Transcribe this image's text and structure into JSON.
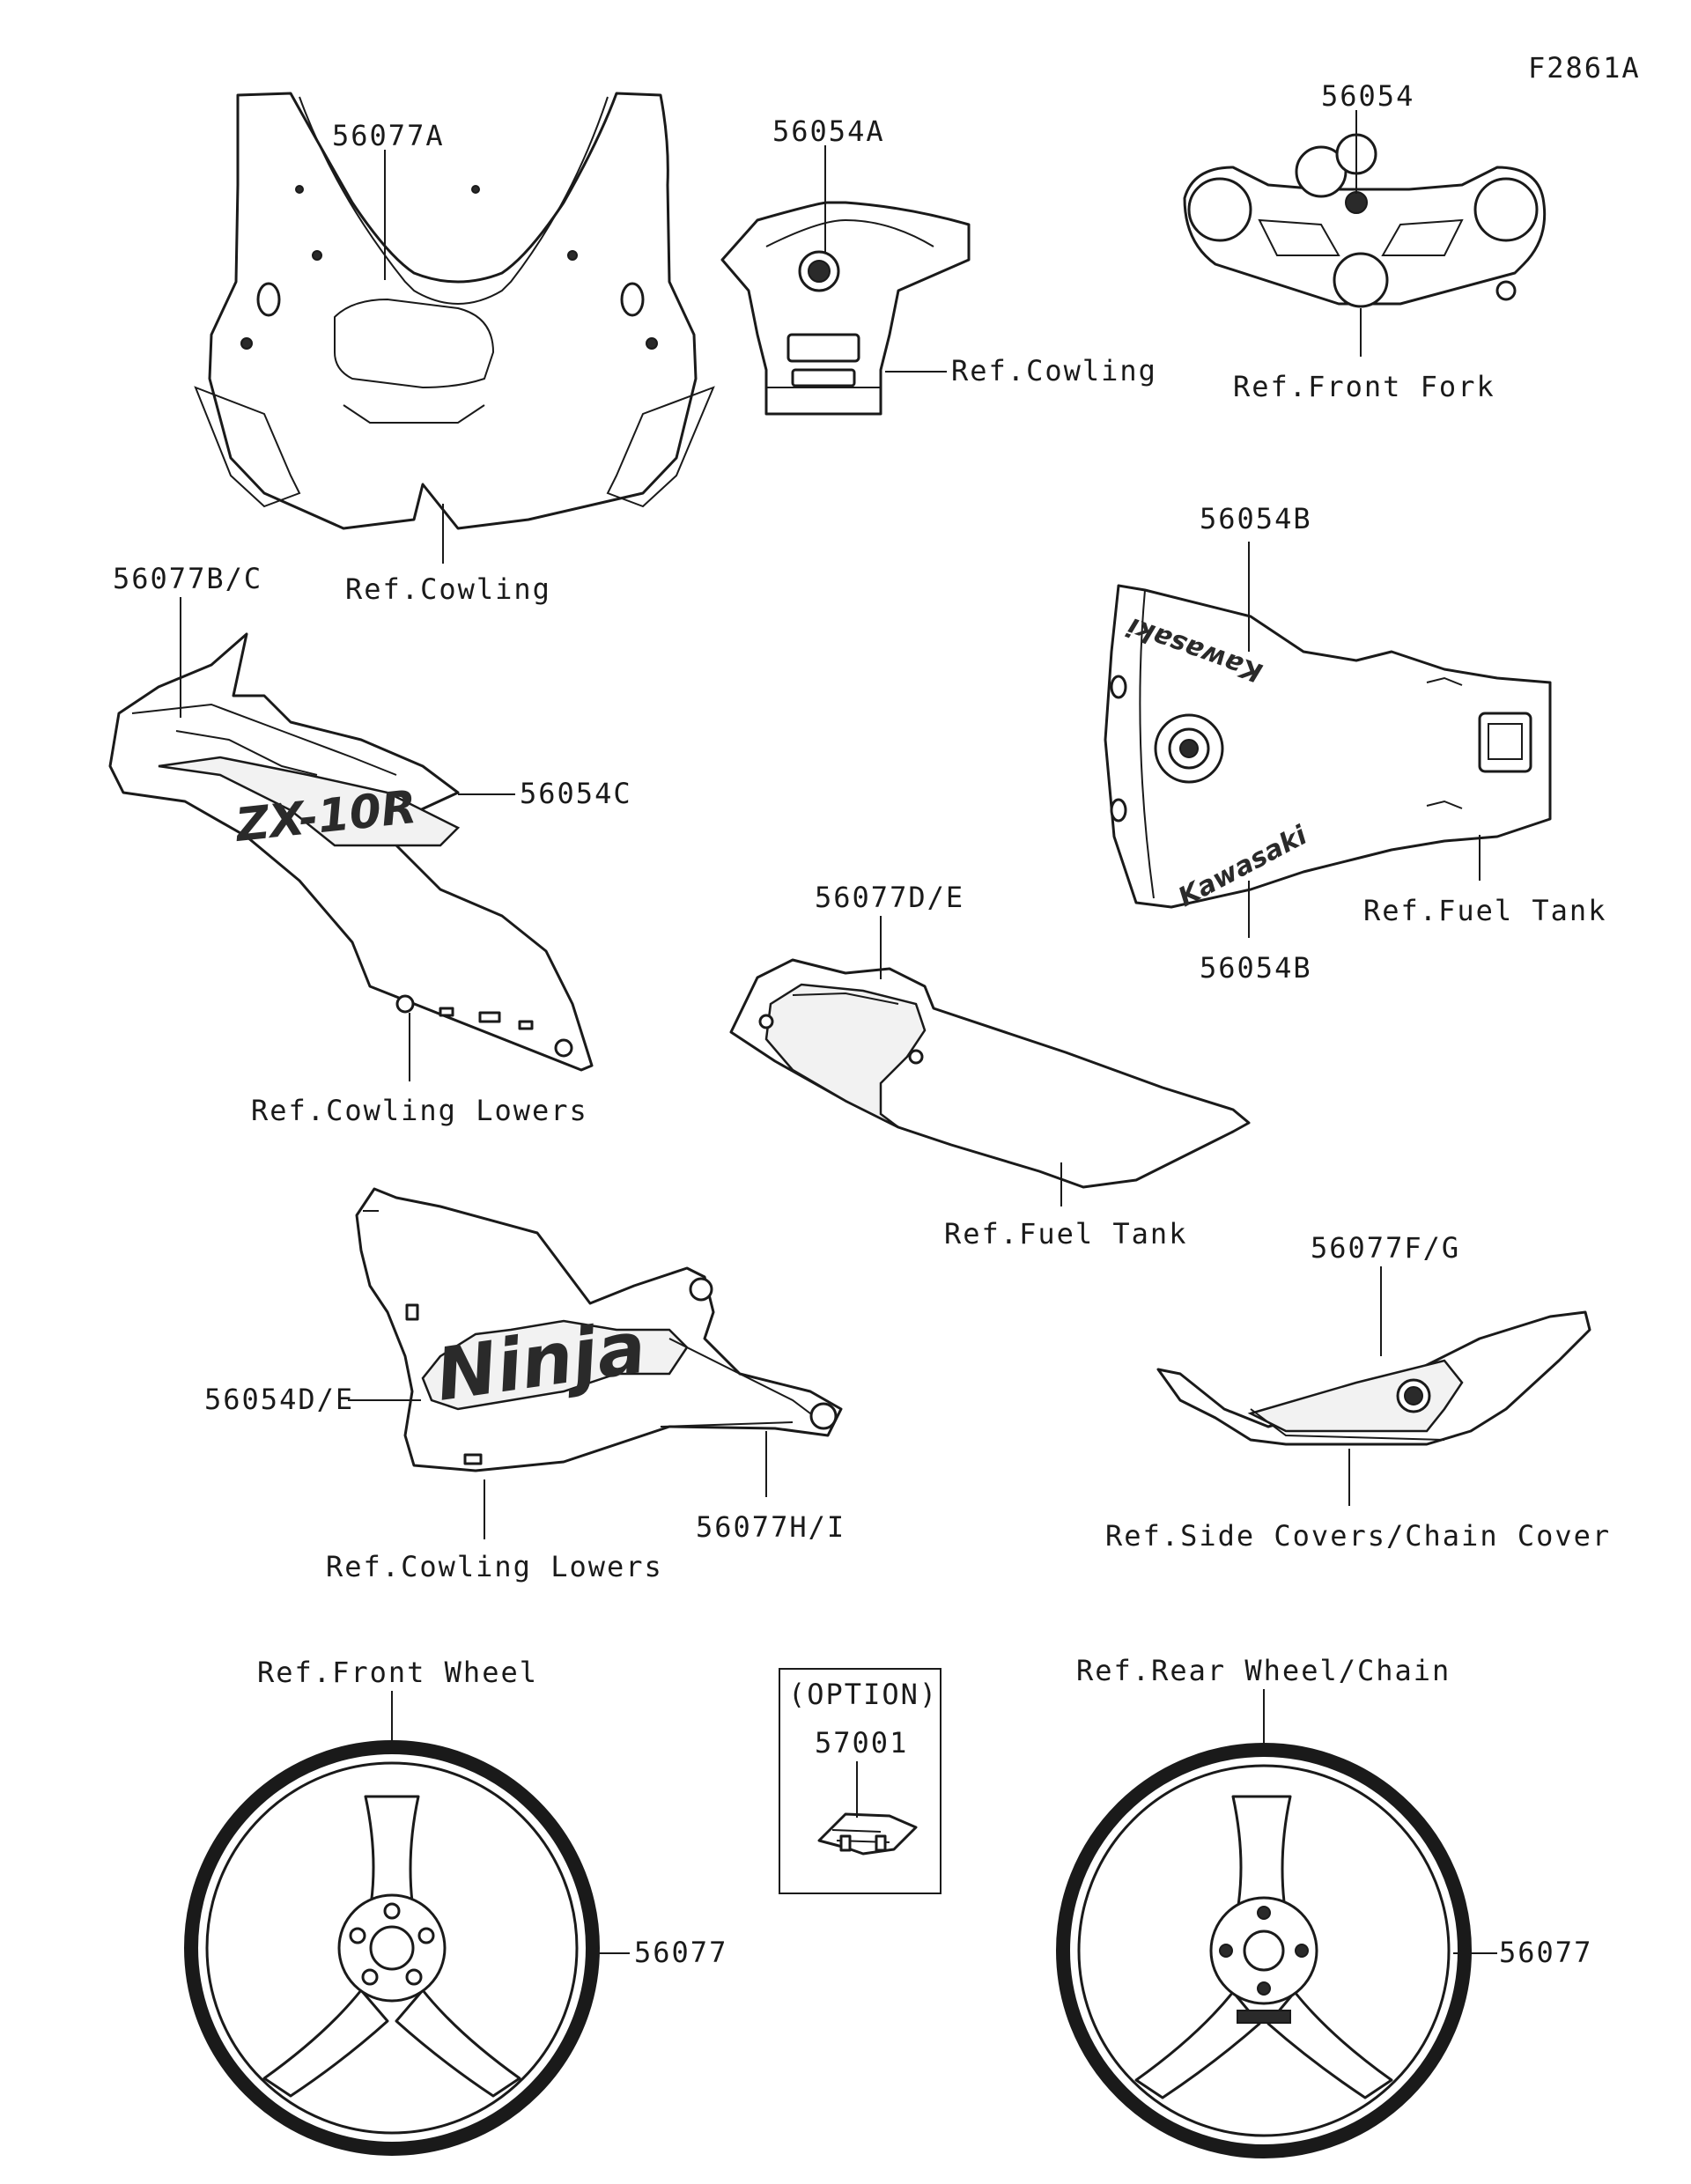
{
  "figure_code": "F2861A",
  "labels": {
    "p56077A": "56077A",
    "ref_cowling_1": "Ref.Cowling",
    "p56054A": "56054A",
    "ref_cowling_2": "Ref.Cowling",
    "p56054": "56054",
    "ref_front_fork": "Ref.Front Fork",
    "p56077BC": "56077B/C",
    "p56054C": "56054C",
    "ref_cowling_lowers_1": "Ref.Cowling Lowers",
    "p56054B_top": "56054B",
    "p56054B_bottom": "56054B",
    "ref_fuel_tank_1": "Ref.Fuel Tank",
    "p56077DE": "56077D/E",
    "ref_fuel_tank_2": "Ref.Fuel Tank",
    "p56054DE": "56054D/E",
    "p56077HI": "56077H/I",
    "ref_cowling_lowers_2": "Ref.Cowling Lowers",
    "p56077FG": "56077F/G",
    "ref_side_covers": "Ref.Side Covers/Chain Cover",
    "ref_front_wheel": "Ref.Front Wheel",
    "option": "(OPTION)",
    "p57001": "57001",
    "p56077_front": "56077",
    "ref_rear_wheel": "Ref.Rear Wheel/Chain",
    "p56077_rear": "56077"
  },
  "decal_text": {
    "zx10r": "ZX-10R",
    "ninja": "Ninja",
    "kawasaki_top": "Kawasaki",
    "kawasaki_bottom": "Kawasaki"
  }
}
